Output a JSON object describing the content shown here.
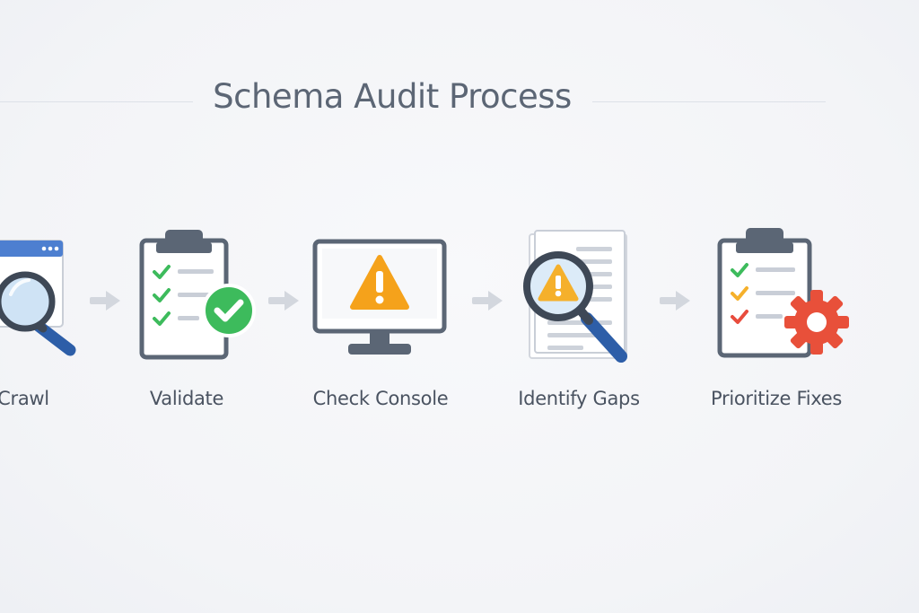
{
  "title": "Schema Audit Process",
  "steps": [
    {
      "label": "Crawl",
      "icon": "browser-magnifier-icon"
    },
    {
      "label": "Validate",
      "icon": "clipboard-check-icon"
    },
    {
      "label": "Check Console",
      "icon": "monitor-warning-icon"
    },
    {
      "label": "Identify Gaps",
      "icon": "document-magnifier-warning-icon"
    },
    {
      "label": "Prioritize Fixes",
      "icon": "clipboard-gear-icon"
    }
  ],
  "colors": {
    "background": "#f4f5f8",
    "title": "#5c6675",
    "label": "#4a5361",
    "arrow": "#d3d7de",
    "outline": "#5b6675",
    "check_green": "#3dbb5c",
    "warning_orange": "#f5a21b",
    "magnifier_blue": "#2d5ea8",
    "alert_red": "#e84c3d",
    "gear_red": "#e8503a"
  }
}
